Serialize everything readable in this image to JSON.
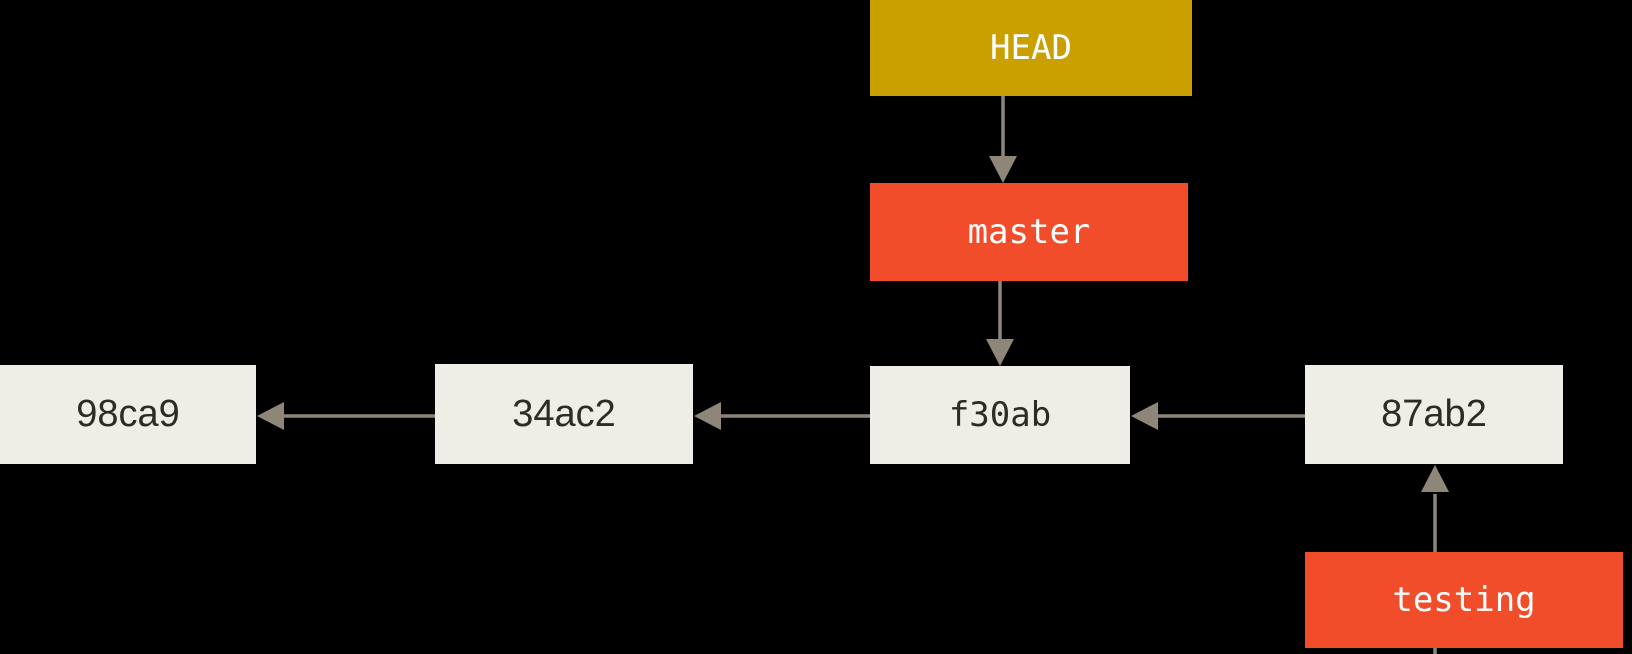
{
  "diagram": {
    "background": "#000000",
    "colors": {
      "head_pointer_fill": "#C9A000",
      "branch_fill": "#F14D2A",
      "commit_fill": "#EFEEE6",
      "arrow": "#8E8679",
      "label_light": "#FFFFFF",
      "label_dark": "#2E2A25"
    },
    "nodes": {
      "head": {
        "label": "HEAD",
        "kind": "head-pointer"
      },
      "master": {
        "label": "master",
        "kind": "branch"
      },
      "testing": {
        "label": "testing",
        "kind": "branch"
      },
      "f30ab": {
        "label": "f30ab",
        "kind": "commit"
      },
      "34ac2": {
        "label": "34ac2",
        "kind": "commit"
      },
      "98ca9": {
        "label": "98ca9",
        "kind": "commit"
      },
      "87ab2": {
        "label": "87ab2",
        "kind": "commit"
      }
    },
    "edges": [
      {
        "from": "HEAD",
        "to": "master"
      },
      {
        "from": "master",
        "to": "f30ab"
      },
      {
        "from": "f30ab",
        "to": "34ac2"
      },
      {
        "from": "34ac2",
        "to": "98ca9"
      },
      {
        "from": "87ab2",
        "to": "f30ab"
      },
      {
        "from": "testing",
        "to": "87ab2"
      }
    ]
  }
}
